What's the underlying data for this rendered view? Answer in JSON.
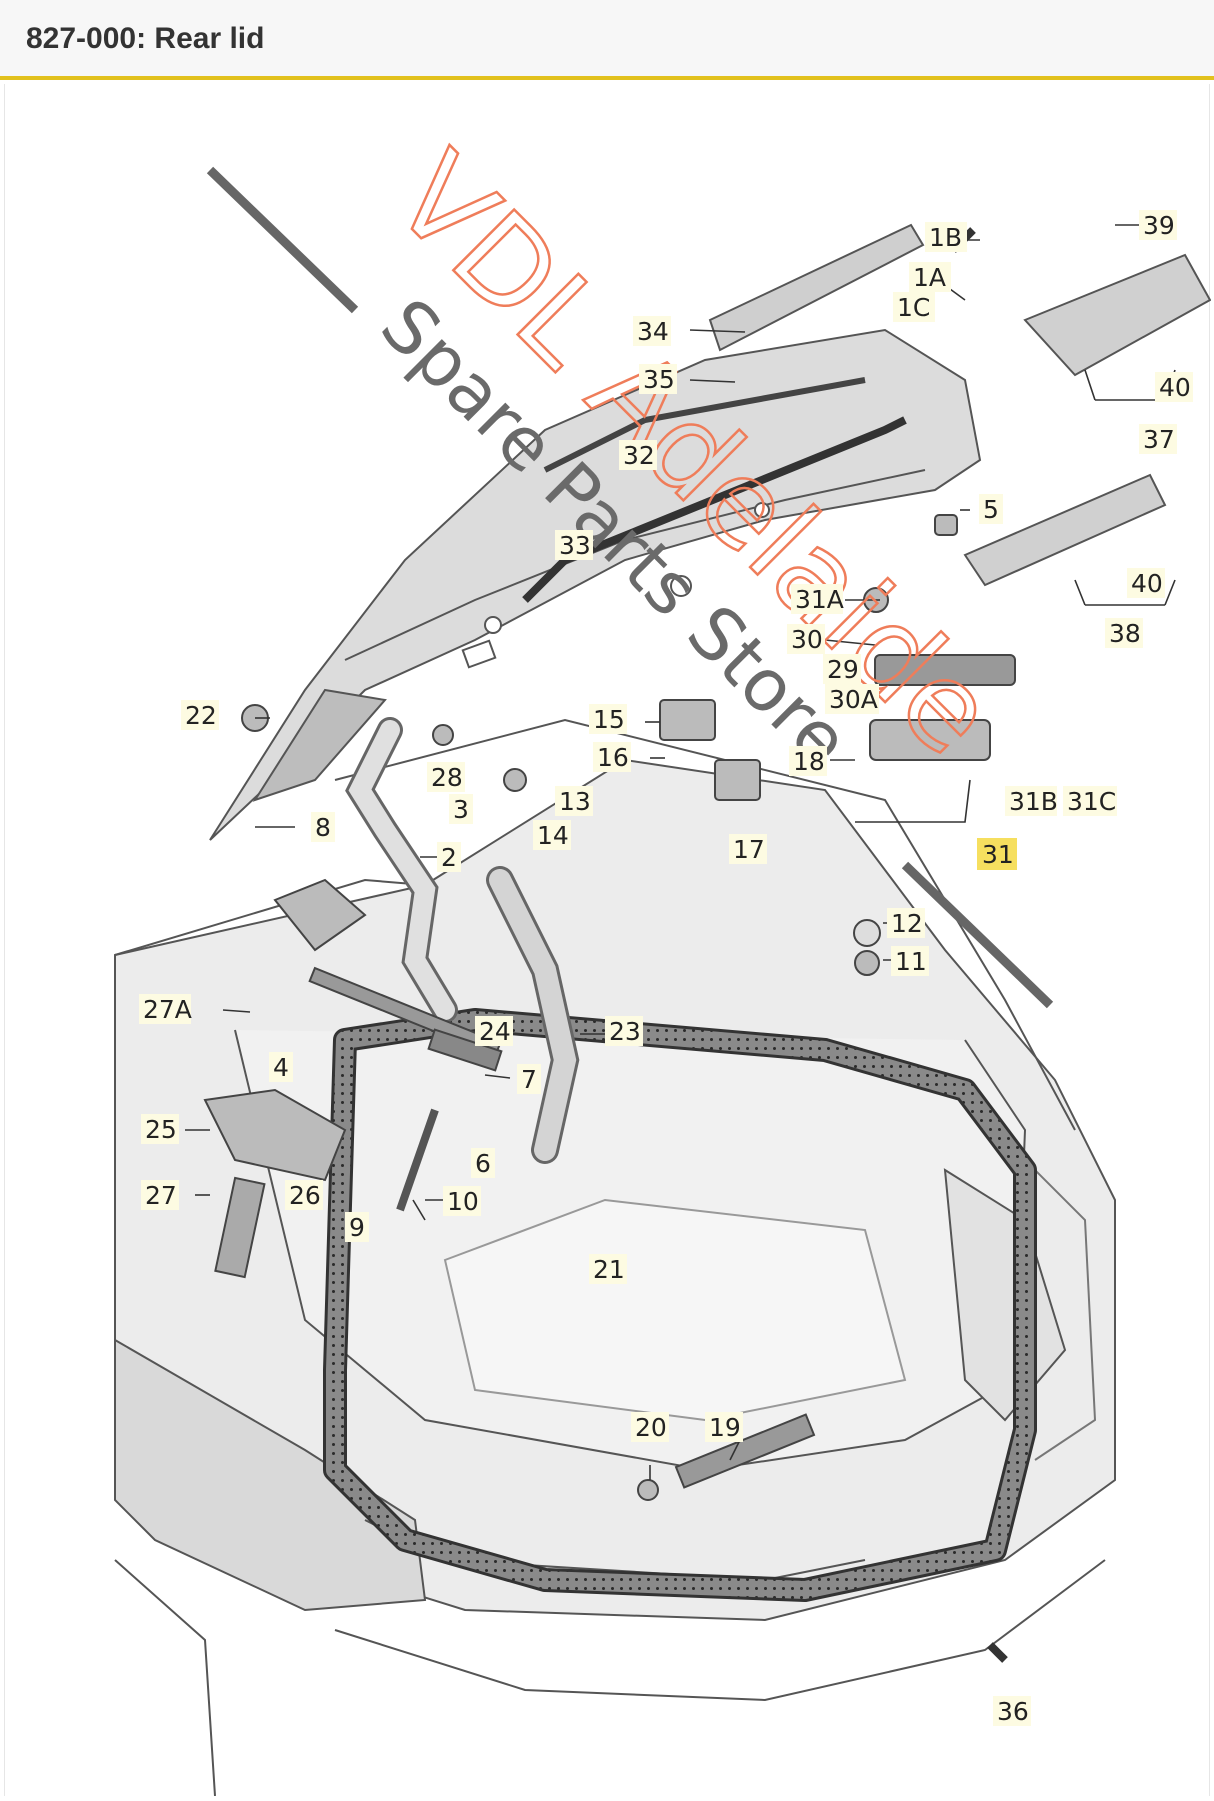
{
  "header": {
    "title": "827-000: Rear lid"
  },
  "colors": {
    "accent": "#e2c11d",
    "highlight": "#f6df5f",
    "watermark": "#ef7d5a",
    "watermark_gray": "#6a6a6a"
  },
  "watermark": {
    "line1": "VDL Adelaide",
    "line2": "Spare Parts Store"
  },
  "labels": {
    "l1B": "1B",
    "l1A": "1A",
    "l1C": "1C",
    "l39": "39",
    "l34": "34",
    "l35": "35",
    "l40a": "40",
    "l37": "37",
    "l32": "32",
    "l33": "33",
    "l5": "5",
    "l40b": "40",
    "l31A": "31A",
    "l38": "38",
    "l30": "30",
    "l29": "29",
    "l30A": "30A",
    "l22": "22",
    "l15": "15",
    "l16": "16",
    "l18": "18",
    "l31B": "31B",
    "l31C": "31C",
    "l28": "28",
    "l13": "13",
    "l3": "3",
    "l8": "8",
    "l14": "14",
    "l17": "17",
    "l31": "31",
    "l2": "2",
    "l12": "12",
    "l11": "11",
    "l27A": "27A",
    "l24": "24",
    "l23": "23",
    "l4": "4",
    "l7": "7",
    "l25": "25",
    "l6": "6",
    "l27": "27",
    "l26": "26",
    "l10": "10",
    "l9": "9",
    "l21": "21",
    "l20": "20",
    "l19": "19",
    "l36": "36"
  }
}
